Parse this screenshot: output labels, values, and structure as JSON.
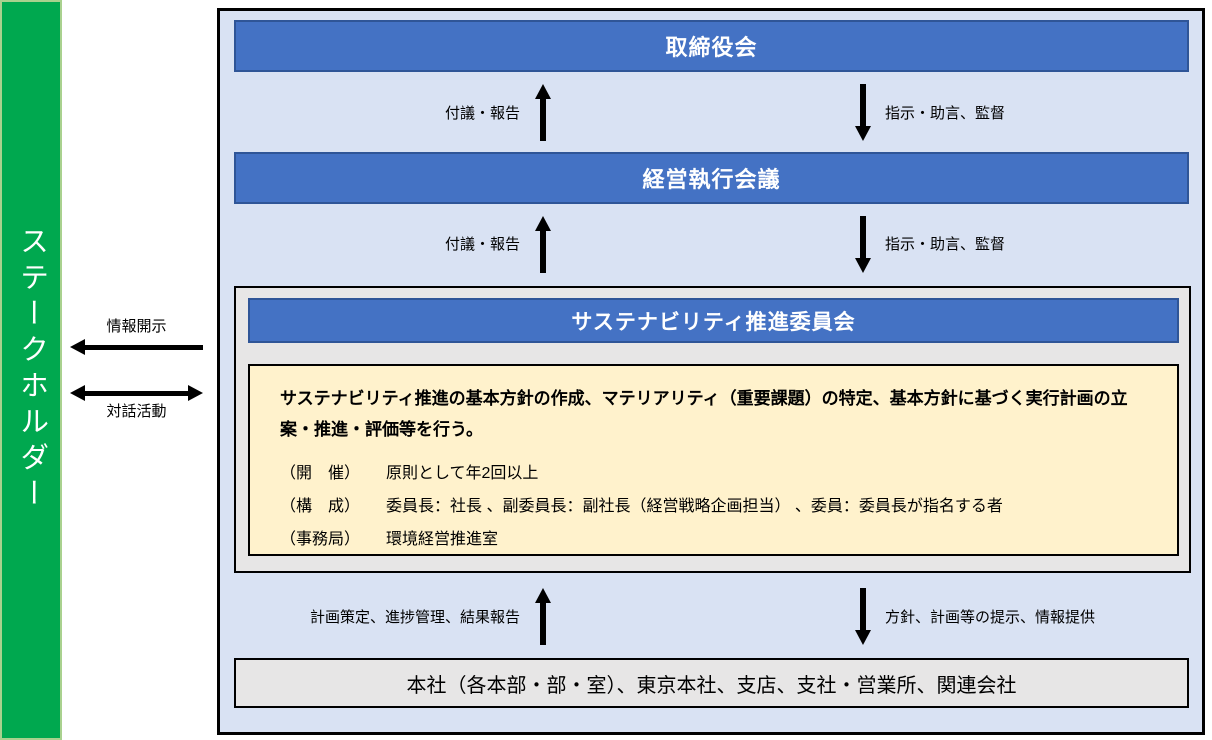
{
  "stakeholder": {
    "label": "ステークホルダー"
  },
  "stakeholder_flows": {
    "disclosure": "情報開示",
    "dialogue": "対話活動"
  },
  "nodes": {
    "board": "取締役会",
    "executive_meeting": "経営執行会議",
    "committee_title": "サステナビリティ推進委員会",
    "committee_description": "サステナビリティ推進の基本方針の作成、マテリアリティ（重要課題）の特定、基本方針に基づく実行計画の立案・推進・評価等を行う。",
    "committee_details": [
      {
        "label": "（開　催）",
        "value": "原則として年2回以上"
      },
      {
        "label": "（構　成）",
        "value": "委員長：社長 、副委員長：副社長（経営戦略企画担当） 、委員：委員長が指名する者"
      },
      {
        "label": "（事務局）",
        "value": "環境経営推進室"
      }
    ],
    "organization": "本社（各本部・部・室）、東京本社、支店、支社・営業所、関連会社"
  },
  "flows": {
    "board_up": "付議・報告",
    "board_down": "指示・助言、監督",
    "exec_up": "付議・報告",
    "exec_down": "指示・助言、監督",
    "org_up": "計画策定、進捗管理、結果報告",
    "org_down": "方針、計画等の提示、情報提供"
  },
  "colors": {
    "accent_blue": "#4472C4",
    "accent_blue_border": "#2F5597",
    "panel_background": "#D9E2F3",
    "stakeholder_green": "#00A84F",
    "stakeholder_green_border": "#A9D18E",
    "committee_gray": "#E7E6E6",
    "description_yellow": "#FFF2CC",
    "arrow_black": "#000000"
  }
}
